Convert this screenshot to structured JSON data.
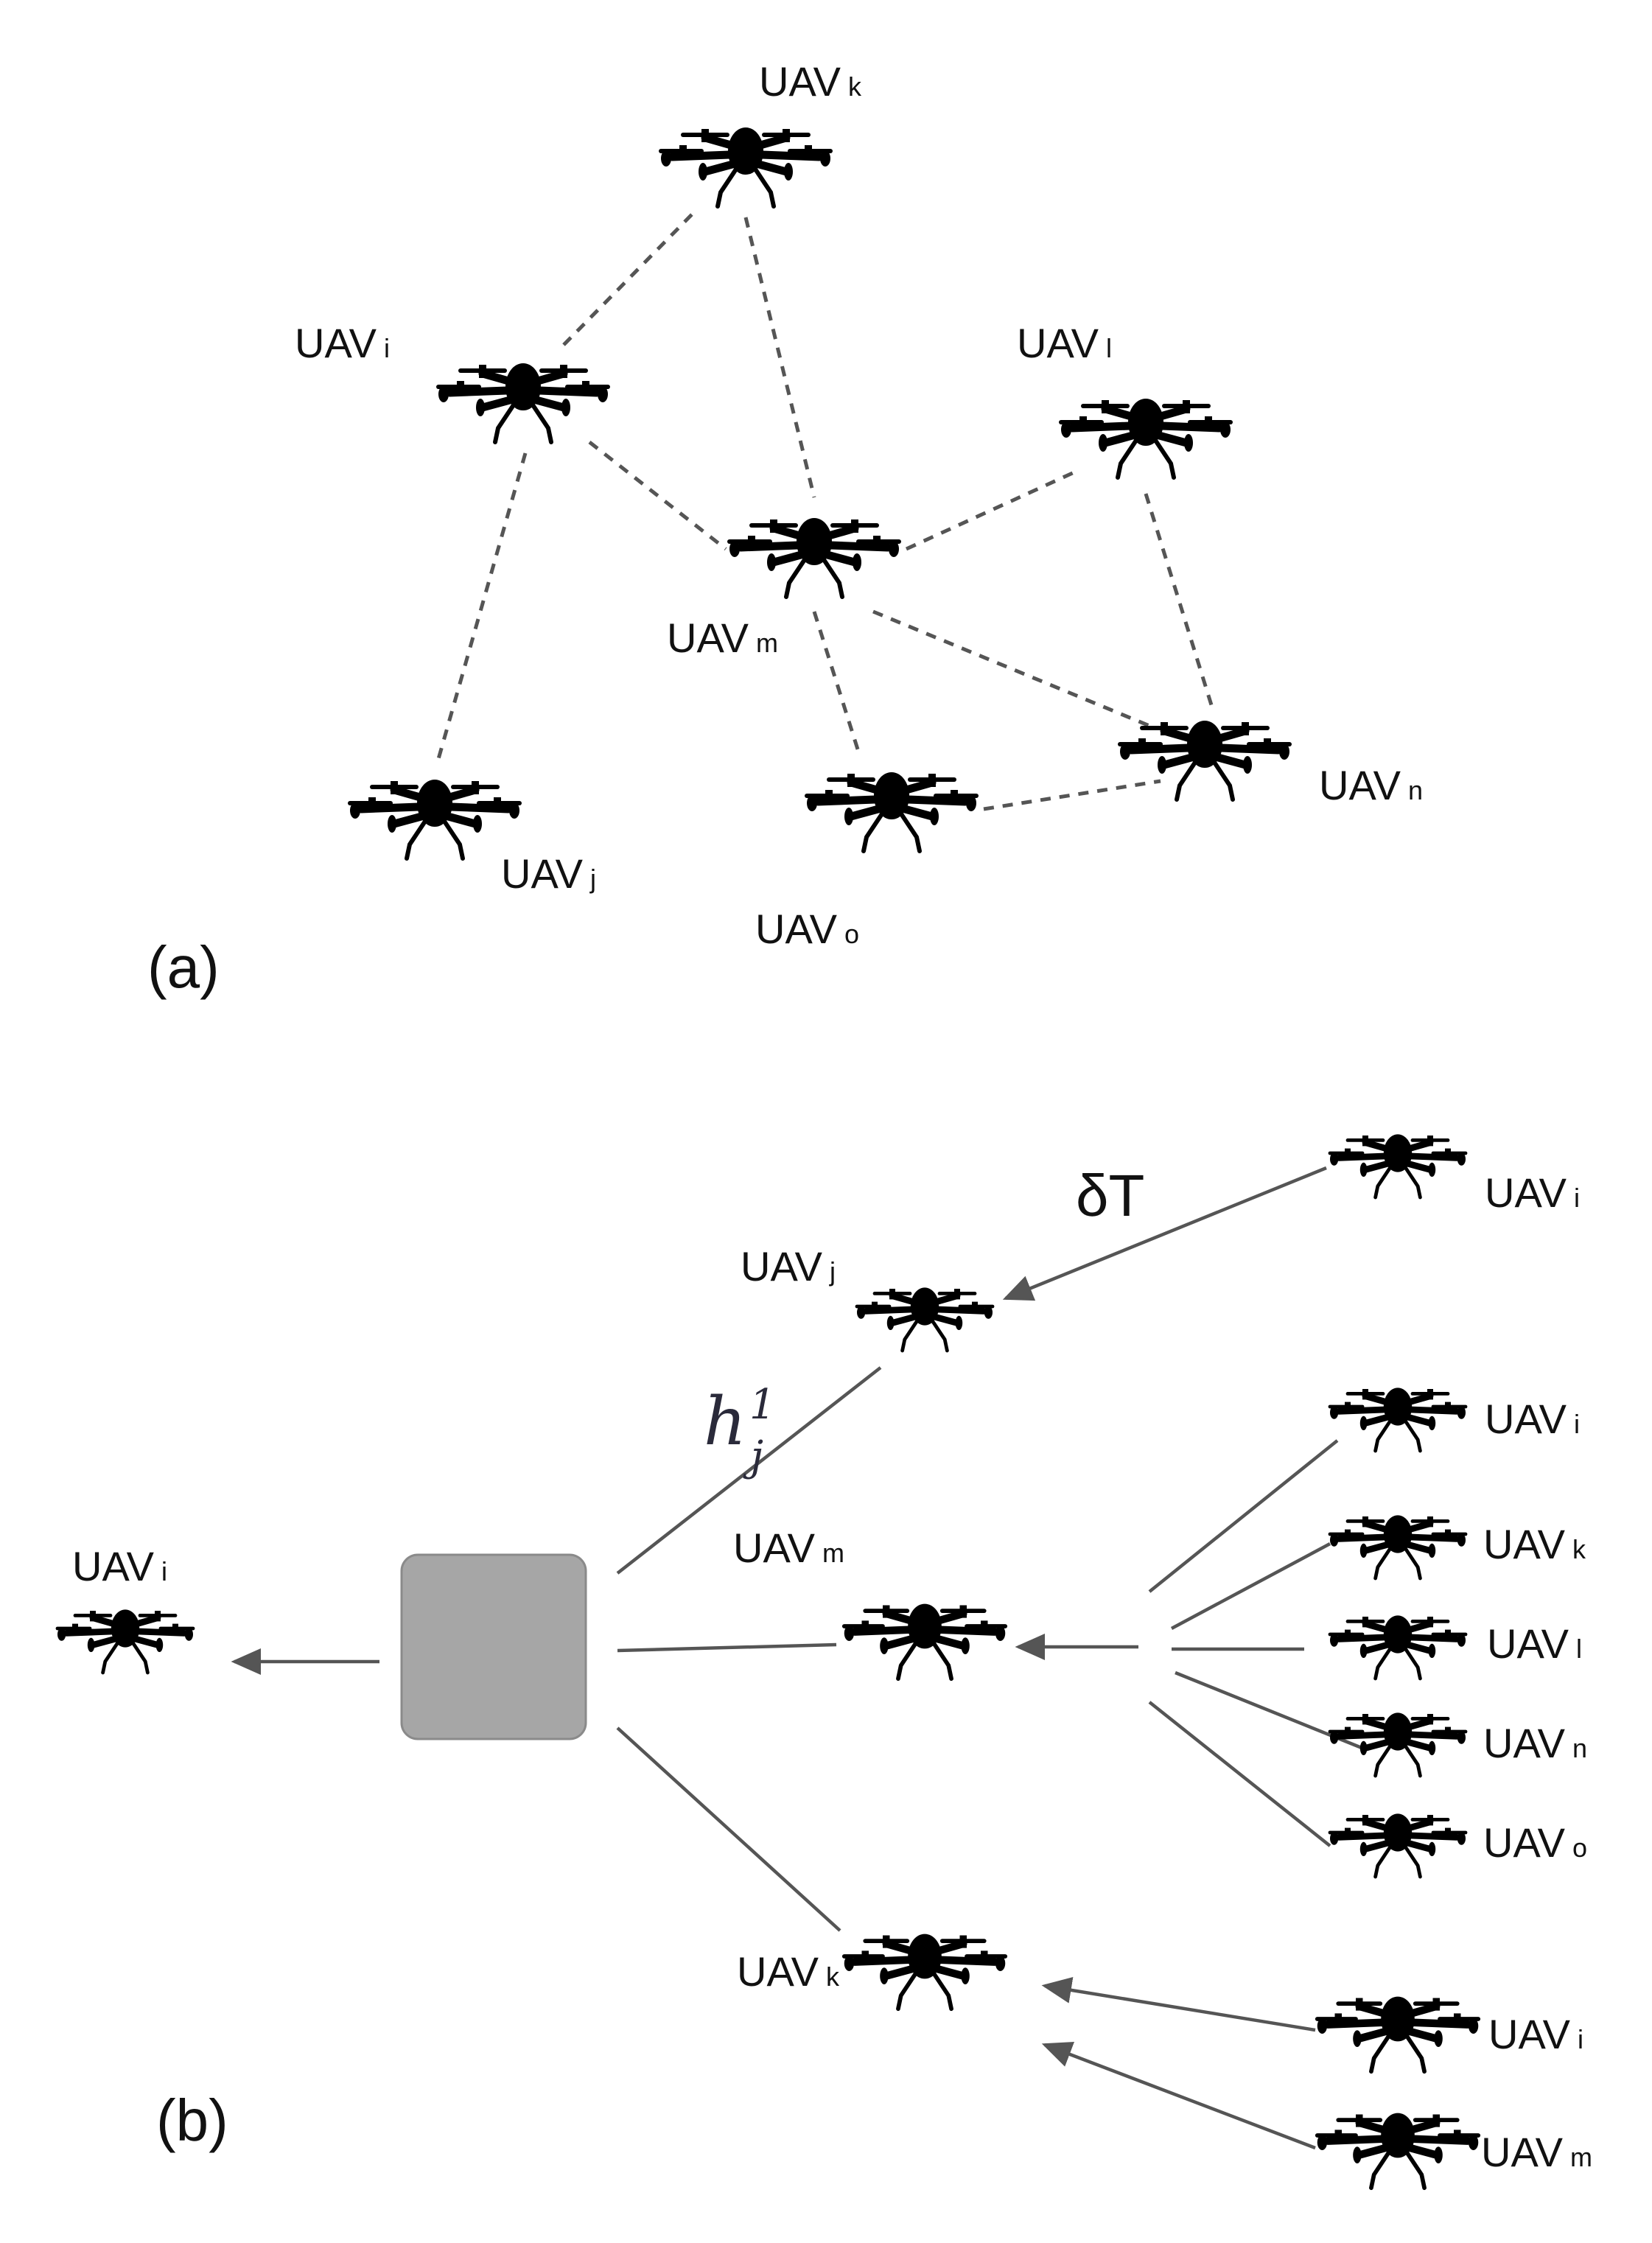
{
  "panel_a": {
    "tag": "(a)",
    "nodes": {
      "k": {
        "name": "UAV",
        "sub": "k"
      },
      "i": {
        "name": "UAV",
        "sub": "i"
      },
      "l": {
        "name": "UAV",
        "sub": "l"
      },
      "m": {
        "name": "UAV",
        "sub": "m"
      },
      "j": {
        "name": "UAV",
        "sub": "j"
      },
      "o": {
        "name": "UAV",
        "sub": "o"
      },
      "n": {
        "name": "UAV",
        "sub": "n"
      }
    }
  },
  "panel_b": {
    "tag": "(b)",
    "delta_label": "δT",
    "h_label": "h",
    "h_sub": "j",
    "h_sup": "1",
    "root": {
      "name": "UAV",
      "sub": "i"
    },
    "mid": {
      "j": {
        "name": "UAV",
        "sub": "j"
      },
      "m": {
        "name": "UAV",
        "sub": "m"
      },
      "k": {
        "name": "UAV",
        "sub": "k"
      }
    },
    "right": {
      "i1": {
        "name": "UAV",
        "sub": "i"
      },
      "i2": {
        "name": "UAV",
        "sub": "i"
      },
      "k": {
        "name": "UAV",
        "sub": "k"
      },
      "l": {
        "name": "UAV",
        "sub": "l"
      },
      "n": {
        "name": "UAV",
        "sub": "n"
      },
      "o": {
        "name": "UAV",
        "sub": "o"
      },
      "i3": {
        "name": "UAV",
        "sub": "i"
      },
      "m": {
        "name": "UAV",
        "sub": "m"
      }
    }
  },
  "colors": {
    "line": "#555555",
    "box_fill": "#a6a6a6",
    "box_stroke": "#8a8a8a",
    "drone": "#000000"
  }
}
